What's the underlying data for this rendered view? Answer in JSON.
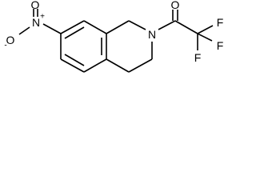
{
  "atoms": {
    "nitro_o_double": "O",
    "nitro_n": "N",
    "nitro_n_charge": "+",
    "nitro_o_single": "O",
    "nitro_o_charge": "-",
    "ring_n": "N",
    "carbonyl_o": "O",
    "f_top": "F",
    "f_right": "F",
    "f_bottom": "F"
  }
}
